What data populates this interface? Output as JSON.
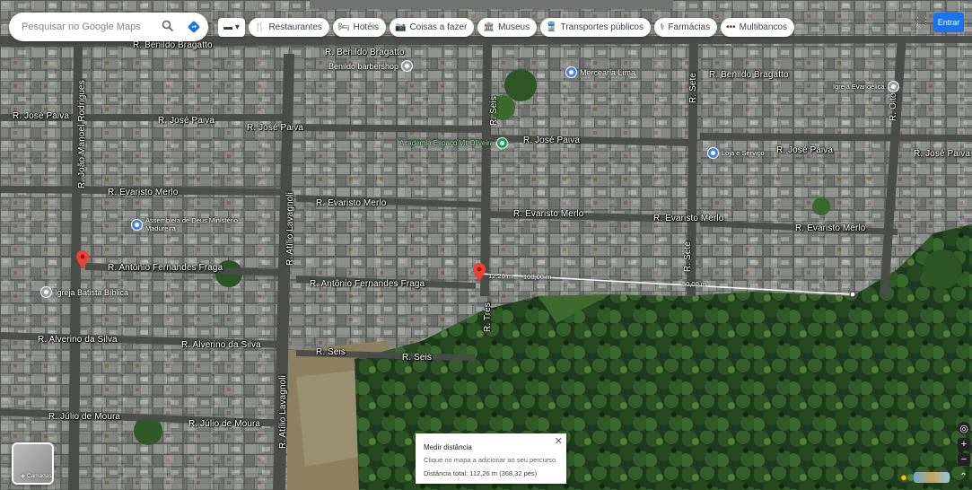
{
  "search": {
    "placeholder": "Pesquisar no Google Maps"
  },
  "chips": [
    {
      "icon": "🍴",
      "label": "Restaurantes"
    },
    {
      "icon": "🛏",
      "label": "Hotéis"
    },
    {
      "icon": "📷",
      "label": "Coisas a fazer"
    },
    {
      "icon": "🏛",
      "label": "Museus"
    },
    {
      "icon": "🚆",
      "label": "Transportes públicos"
    },
    {
      "icon": "⚕",
      "label": "Farmácias"
    },
    {
      "icon": "•••",
      "label": "Multibancos"
    }
  ],
  "signin": "Entrar",
  "streets": {
    "benildo1": "R. Benildo Bragatto",
    "benildo2": "R. Benildo Bragatto",
    "benildo3": "R. Benildo Bragatto",
    "josepaiva1": "R. José Paiva",
    "josepaiva2": "R. José Paiva",
    "josepaiva3": "R. José Paiva",
    "josepaiva4": "R. José Paiva",
    "josepaiva5": "R. José Paiva",
    "josepaiva6": "R. José Paiva",
    "evaristo1": "R. Evaristo Merlo",
    "evaristo2": "R. Evaristo Merlo",
    "evaristo3": "R. Evaristo Merlo",
    "evaristo4": "R. Evaristo Merlo",
    "evaristo5": "R. Evaristo Merlo",
    "antonio1": "R. Antônio Fernandes Fraga",
    "antonio2": "R. Antônio Fernandes Fraga",
    "alverino1": "R. Alverino da Silva",
    "alverino2": "R. Alverino da Silva",
    "julio1": "R. Júlio de Moura",
    "julio2": "R. Júlio de Moura",
    "seis1": "R. Seis",
    "seis2": "R. Seis",
    "joao": "R. João Manoel Rodrigues",
    "atilio1": "R. Atílio Lavagnoli",
    "atilio2": "R. Atílio Lavagnoli",
    "sete1": "R. Sete",
    "sete2": "R. Sete",
    "oito": "R. Oito",
    "seis_v": "R. Seis",
    "tres": "R. Três"
  },
  "pois": {
    "barbershop": "Benildo barbershop",
    "mercearia": "Mercearia Lima",
    "academia": "Academia Espaço Vit Oliveira",
    "lojavaraejo": "Loja e Serviço",
    "igreja": "Assembleia de Deus Ministério Madureira",
    "batista": "Igreja Batista Bíblica",
    "grafica": "Igreja Evangélica"
  },
  "measurement": {
    "segment_label": "12,26 m",
    "mid_label": "100,00 m",
    "end_label": "50,00 m",
    "title": "Medir distância",
    "subtitle": "Clique no mapa a adicionar ao seu percurso",
    "total": "Distância total: 112,26 m (368,32 pés)"
  },
  "layers": {
    "label": "Camadas"
  },
  "colors": {
    "accent": "#1a73e8",
    "pin": "#ea4335",
    "poi_blue": "#4285f4",
    "poi_green": "#0f9d58",
    "poi_gray": "#9aa0a6"
  }
}
